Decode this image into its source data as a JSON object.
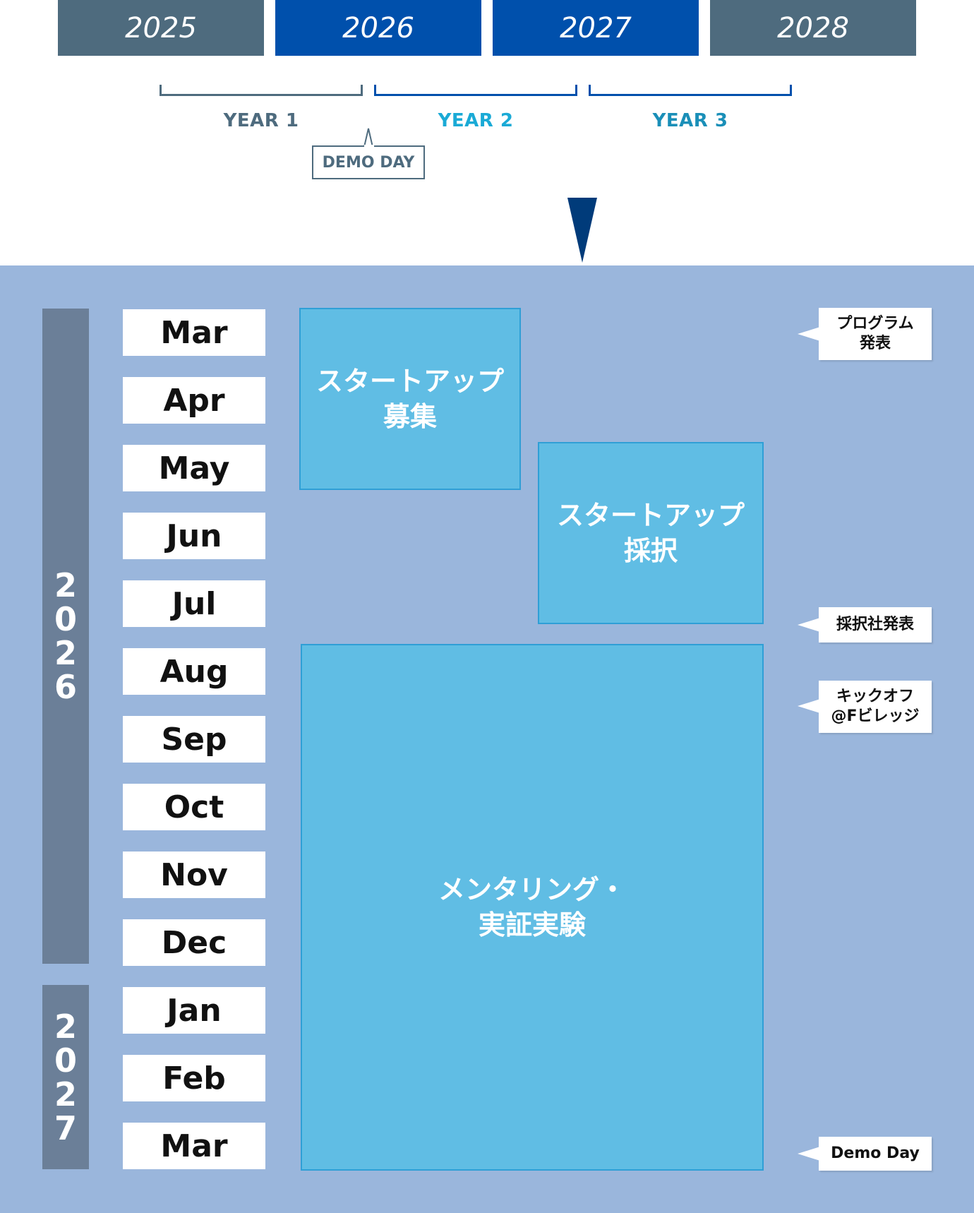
{
  "header": {
    "years": [
      "2025",
      "2026",
      "2027",
      "2028"
    ],
    "year_colors": [
      "#4e6b7e",
      "#0050ac",
      "#0050ac",
      "#4e6b7e"
    ],
    "phases": [
      {
        "label": "YEAR 1",
        "color": "#4e6b7e"
      },
      {
        "label": "YEAR 2",
        "color": "#1aaad6"
      },
      {
        "label": "YEAR 3",
        "color": "#1a8fb8"
      }
    ],
    "demo_day_label": "DEMO DAY"
  },
  "timeline": {
    "year_bars": [
      {
        "digits": [
          "2",
          "0",
          "2",
          "6"
        ]
      },
      {
        "digits": [
          "2",
          "0",
          "2",
          "7"
        ]
      }
    ],
    "months": [
      "Mar",
      "Apr",
      "May",
      "Jun",
      "Jul",
      "Aug",
      "Sep",
      "Oct",
      "Nov",
      "Dec",
      "Jan",
      "Feb",
      "Mar"
    ],
    "phase_boxes": [
      {
        "line1": "スタートアップ",
        "line2": "募集"
      },
      {
        "line1": "スタートアップ",
        "line2": "採択"
      },
      {
        "line1": "メンタリング・",
        "line2": "実証実験"
      }
    ],
    "callouts": [
      {
        "line1": "プログラム",
        "line2": "発表"
      },
      {
        "line1": "採択社発表",
        "line2": ""
      },
      {
        "line1": "キックオフ",
        "line2": "@Fビレッジ"
      },
      {
        "line1": "Demo Day",
        "line2": ""
      }
    ]
  },
  "colors": {
    "panel_bg": "#9ab6dc",
    "year_bar": "#6b7f98",
    "phase_box": "#60bde4",
    "arrow": "#003b7a"
  }
}
